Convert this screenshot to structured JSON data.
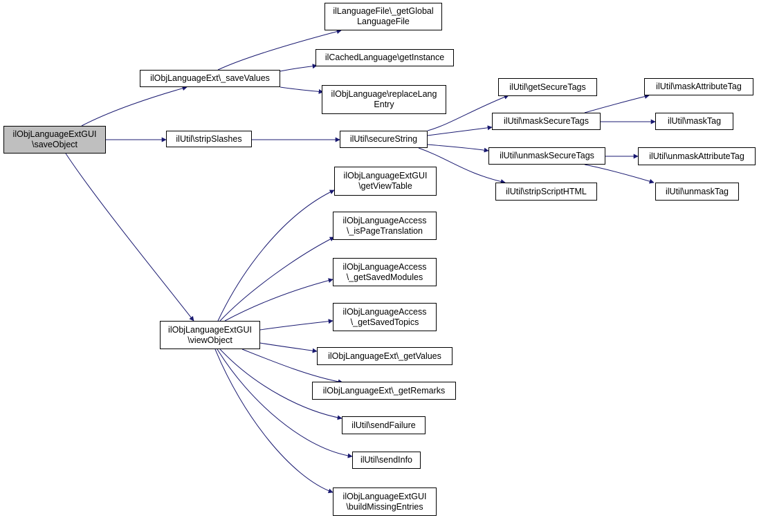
{
  "colors": {
    "edge": "#191970",
    "node_border": "#000000",
    "node_fill": "#ffffff",
    "root_fill": "#bfbfbf"
  },
  "nodes": [
    {
      "id": "saveObject",
      "lines": [
        "ilObjLanguageExtGUI",
        "\\saveObject"
      ],
      "root": true
    },
    {
      "id": "saveValues",
      "lines": [
        "ilObjLanguageExt\\_saveValues"
      ]
    },
    {
      "id": "getGlobalLanguageFile",
      "lines": [
        "ilLanguageFile\\_getGlobal",
        "LanguageFile"
      ]
    },
    {
      "id": "getInstance",
      "lines": [
        "ilCachedLanguage\\getInstance"
      ]
    },
    {
      "id": "replaceLangEntry",
      "lines": [
        "ilObjLanguage\\replaceLang",
        "Entry"
      ]
    },
    {
      "id": "stripSlashes",
      "lines": [
        "ilUtil\\stripSlashes"
      ]
    },
    {
      "id": "secureString",
      "lines": [
        "ilUtil\\secureString"
      ]
    },
    {
      "id": "getSecureTags",
      "lines": [
        "ilUtil\\getSecureTags"
      ]
    },
    {
      "id": "maskSecureTags",
      "lines": [
        "ilUtil\\maskSecureTags"
      ]
    },
    {
      "id": "unmaskSecureTags",
      "lines": [
        "ilUtil\\unmaskSecureTags"
      ]
    },
    {
      "id": "stripScriptHTML",
      "lines": [
        "ilUtil\\stripScriptHTML"
      ]
    },
    {
      "id": "maskAttributeTag",
      "lines": [
        "ilUtil\\maskAttributeTag"
      ]
    },
    {
      "id": "maskTag",
      "lines": [
        "ilUtil\\maskTag"
      ]
    },
    {
      "id": "unmaskAttributeTag",
      "lines": [
        "ilUtil\\unmaskAttributeTag"
      ]
    },
    {
      "id": "unmaskTag",
      "lines": [
        "ilUtil\\unmaskTag"
      ]
    },
    {
      "id": "viewObject",
      "lines": [
        "ilObjLanguageExtGUI",
        "\\viewObject"
      ]
    },
    {
      "id": "getViewTable",
      "lines": [
        "ilObjLanguageExtGUI",
        "\\getViewTable"
      ]
    },
    {
      "id": "isPageTranslation",
      "lines": [
        "ilObjLanguageAccess",
        "\\_isPageTranslation"
      ]
    },
    {
      "id": "getSavedModules",
      "lines": [
        "ilObjLanguageAccess",
        "\\_getSavedModules"
      ]
    },
    {
      "id": "getSavedTopics",
      "lines": [
        "ilObjLanguageAccess",
        "\\_getSavedTopics"
      ]
    },
    {
      "id": "getValues",
      "lines": [
        "ilObjLanguageExt\\_getValues"
      ]
    },
    {
      "id": "getRemarks",
      "lines": [
        "ilObjLanguageExt\\_getRemarks"
      ]
    },
    {
      "id": "sendFailure",
      "lines": [
        "ilUtil\\sendFailure"
      ]
    },
    {
      "id": "sendInfo",
      "lines": [
        "ilUtil\\sendInfo"
      ]
    },
    {
      "id": "buildMissingEntries",
      "lines": [
        "ilObjLanguageExtGUI",
        "\\buildMissingEntries"
      ]
    }
  ],
  "edges": [
    [
      "saveObject",
      "saveValues"
    ],
    [
      "saveObject",
      "stripSlashes"
    ],
    [
      "saveObject",
      "viewObject"
    ],
    [
      "saveValues",
      "getGlobalLanguageFile"
    ],
    [
      "saveValues",
      "getInstance"
    ],
    [
      "saveValues",
      "replaceLangEntry"
    ],
    [
      "stripSlashes",
      "secureString"
    ],
    [
      "secureString",
      "getSecureTags"
    ],
    [
      "secureString",
      "maskSecureTags"
    ],
    [
      "secureString",
      "unmaskSecureTags"
    ],
    [
      "secureString",
      "stripScriptHTML"
    ],
    [
      "maskSecureTags",
      "maskAttributeTag"
    ],
    [
      "maskSecureTags",
      "maskTag"
    ],
    [
      "unmaskSecureTags",
      "unmaskAttributeTag"
    ],
    [
      "unmaskSecureTags",
      "unmaskTag"
    ],
    [
      "viewObject",
      "getViewTable"
    ],
    [
      "viewObject",
      "isPageTranslation"
    ],
    [
      "viewObject",
      "getSavedModules"
    ],
    [
      "viewObject",
      "getSavedTopics"
    ],
    [
      "viewObject",
      "getValues"
    ],
    [
      "viewObject",
      "getRemarks"
    ],
    [
      "viewObject",
      "sendFailure"
    ],
    [
      "viewObject",
      "sendInfo"
    ],
    [
      "viewObject",
      "buildMissingEntries"
    ]
  ]
}
